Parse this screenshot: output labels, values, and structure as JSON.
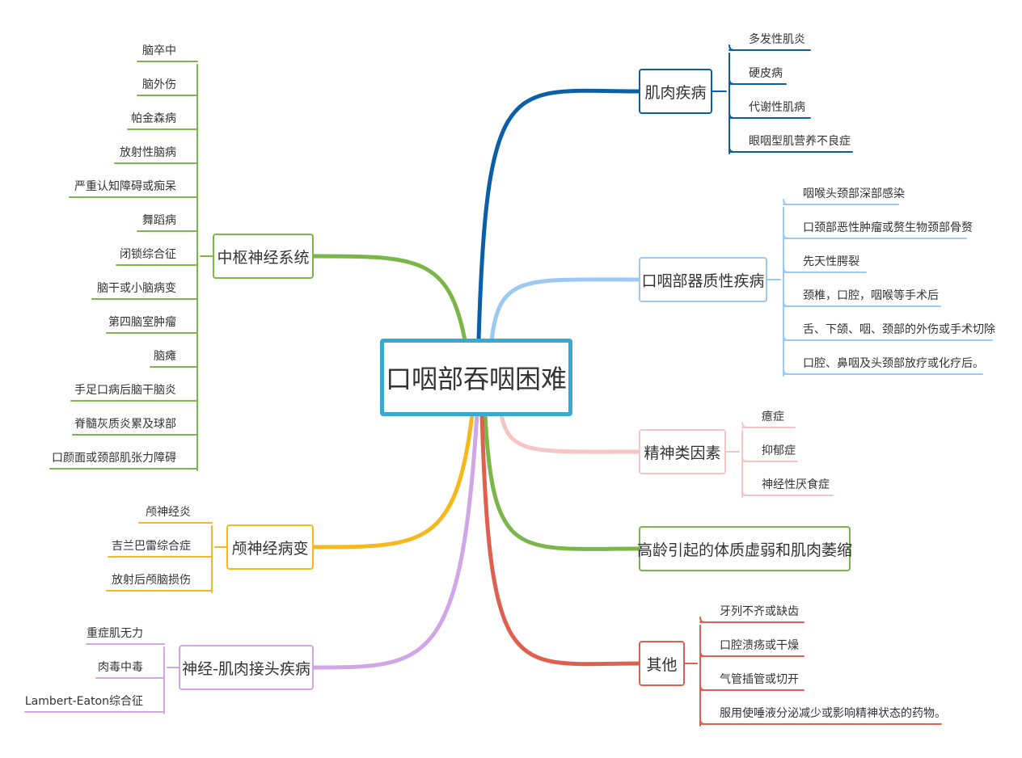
{
  "center": {
    "label": "口咽部吞咽困难"
  },
  "colors": {
    "center": "#3aa9cf",
    "muscle": "#0a5fa8",
    "organic": "#9cc9f4",
    "psych": "#f7c5c5",
    "aging": "#7ab648",
    "other": "#e06050",
    "cns": "#7ab648",
    "cranial": "#f5b91d",
    "nmj": "#d0a6e6"
  },
  "branches": [
    {
      "id": "muscle",
      "label": "肌肉疾病",
      "leaves": [
        "多发性肌炎",
        "硬皮病",
        "代谢性肌病",
        "眼咽型肌营养不良症"
      ]
    },
    {
      "id": "organic",
      "label": "口咽部器质性疾病",
      "leaves": [
        "咽喉头颈部深部感染",
        "口颈部恶性肿瘤或赘生物颈部骨赘",
        "先天性腭裂",
        "颈椎，口腔，咽喉等手术后",
        "舌、下颌、咽、颈部的外伤或手术切除",
        "口腔、鼻咽及头颈部放疗或化疗后。"
      ]
    },
    {
      "id": "psych",
      "label": "精神类因素",
      "leaves": [
        "癔症",
        "抑郁症",
        "神经性厌食症"
      ]
    },
    {
      "id": "aging",
      "label": "高龄引起的体质虚弱和肌肉萎缩",
      "leaves": []
    },
    {
      "id": "other",
      "label": "其他",
      "leaves": [
        "牙列不齐或缺齿",
        "口腔溃疡或干燥",
        "气管插管或切开",
        "服用使唾液分泌减少或影响精神状态的药物。"
      ]
    },
    {
      "id": "cns",
      "label": "中枢神经系统",
      "leaves": [
        "脑卒中",
        "脑外伤",
        "帕金森病",
        "放射性脑病",
        "严重认知障碍或痴呆",
        "舞蹈病",
        "闭锁综合征",
        "脑干或小脑病变",
        "第四脑室肿瘤",
        "脑瘫",
        "手足口病后脑干脑炎",
        "脊髓灰质炎累及球部",
        "口颜面或颈部肌张力障碍"
      ]
    },
    {
      "id": "cranial",
      "label": "颅神经病变",
      "leaves": [
        "颅神经炎",
        "吉兰巴雷综合症",
        "放射后颅脑损伤"
      ]
    },
    {
      "id": "nmj",
      "label": "神经-肌肉接头疾病",
      "leaves": [
        "重症肌无力",
        "肉毒中毒",
        "Lambert-Eaton综合征"
      ]
    }
  ]
}
